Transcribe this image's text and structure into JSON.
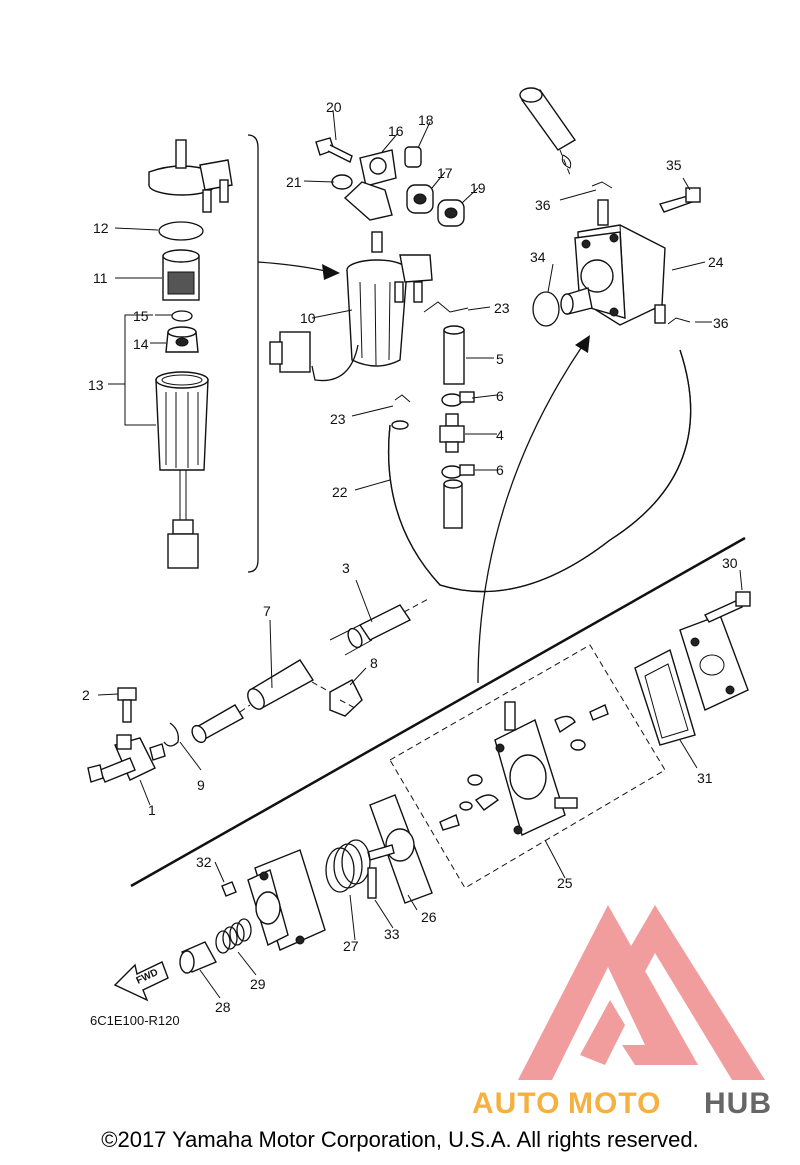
{
  "diagram": {
    "reference_code": "6C1E100-R120",
    "fwd_label": "FWD",
    "callouts": [
      "1",
      "2",
      "3",
      "4",
      "5",
      "6",
      "6",
      "7",
      "8",
      "9",
      "10",
      "11",
      "12",
      "13",
      "14",
      "15",
      "16",
      "17",
      "18",
      "19",
      "20",
      "21",
      "22",
      "23",
      "23",
      "24",
      "25",
      "26",
      "27",
      "28",
      "29",
      "30",
      "31",
      "32",
      "33",
      "34",
      "35",
      "36",
      "36"
    ]
  },
  "watermark": {
    "part1": "AUTO",
    "part2": "MOTO",
    "part3": "HUB",
    "colors": {
      "logo": "#f08d8d",
      "auto": "#f5b040",
      "hub": "#666666"
    }
  },
  "footer": {
    "copyright": "©2017 Yamaha Motor Corporation, U.S.A. All rights reserved."
  }
}
